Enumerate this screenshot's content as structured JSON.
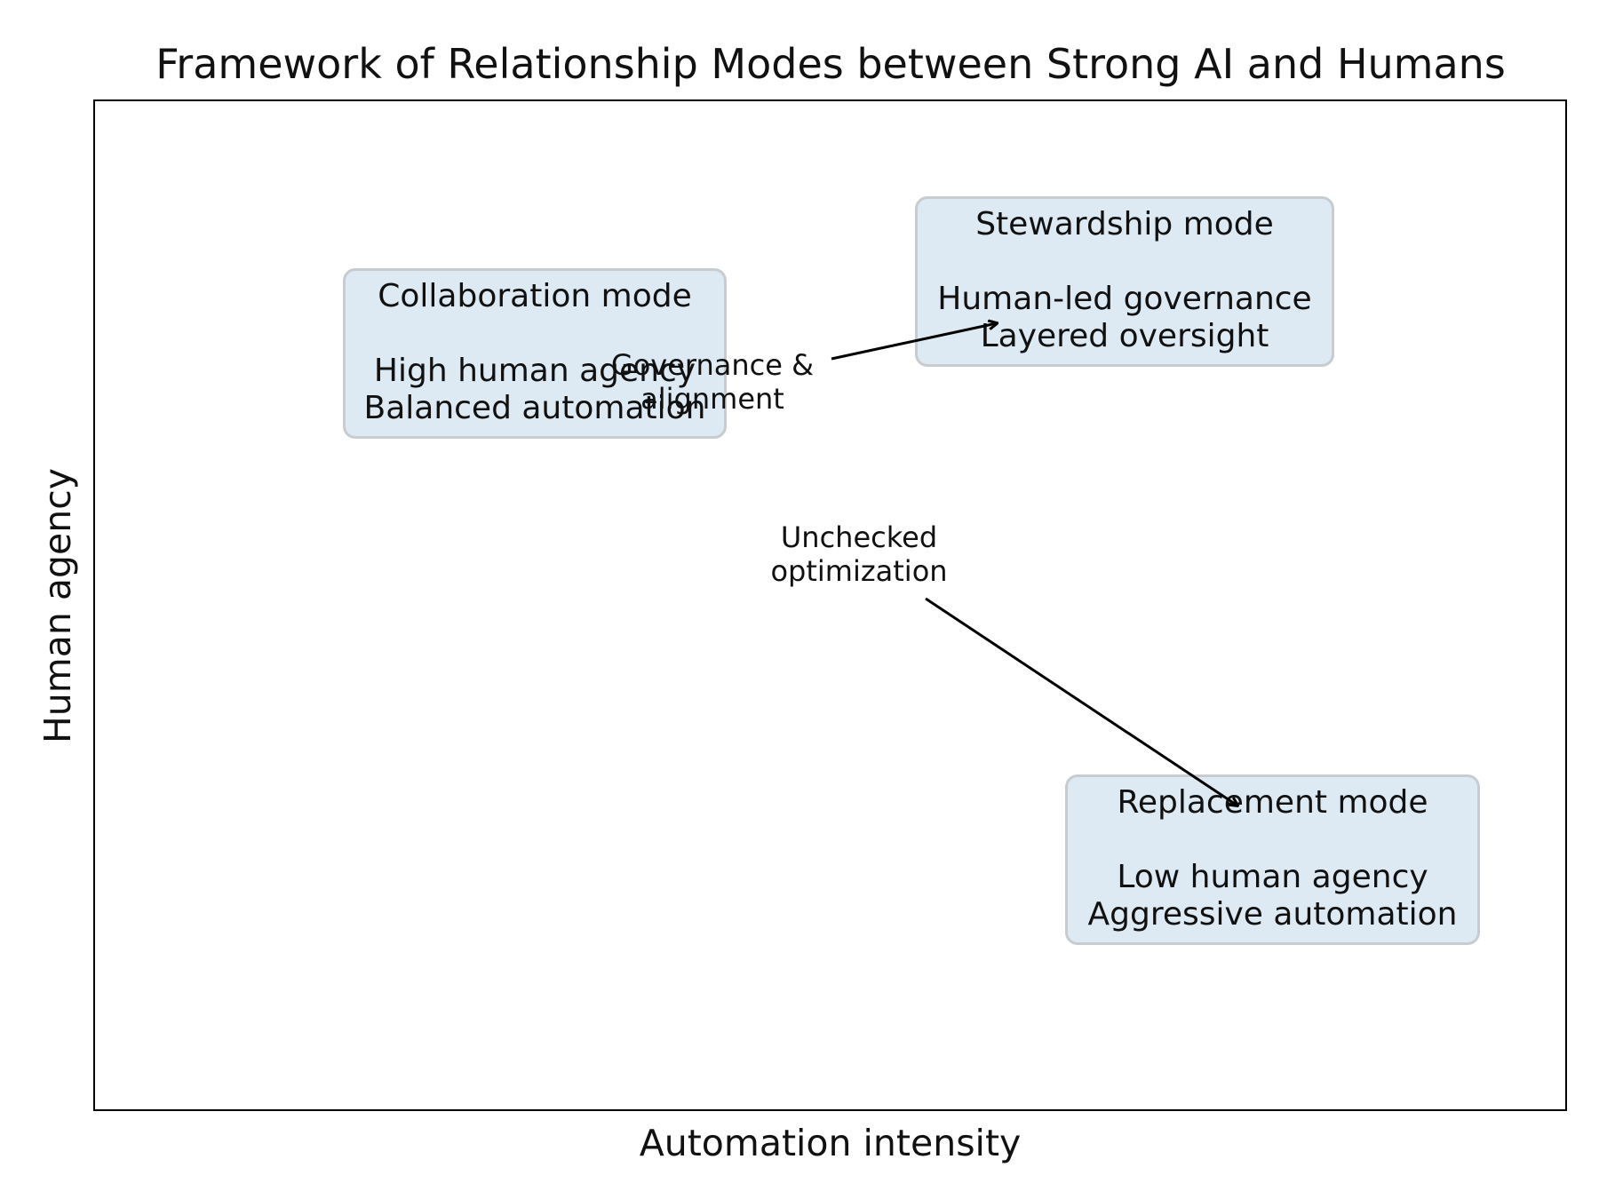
{
  "title": "Framework of Relationship Modes between Strong AI and Humans",
  "x_axis_label": "Automation intensity",
  "y_axis_label": "Human agency",
  "modes": {
    "collaboration": {
      "name": "Collaboration mode",
      "line1": "High human agency",
      "line2": "Balanced automation"
    },
    "stewardship": {
      "name": "Stewardship mode",
      "line1": "Human-led governance",
      "line2": "Layered oversight"
    },
    "replacement": {
      "name": "Replacement mode",
      "line1": "Low human agency",
      "line2": "Aggressive automation"
    }
  },
  "transitions": {
    "governance": {
      "line1": "Governance &",
      "line2": "alignment",
      "from": "collaboration",
      "to": "stewardship"
    },
    "unchecked": {
      "line1": "Unchecked",
      "line2": "optimization",
      "to": "replacement"
    }
  },
  "colors": {
    "box_fill": "#dde9f3",
    "box_border": "#c7ccd0",
    "arrow": "#000000",
    "frame": "#000000"
  }
}
